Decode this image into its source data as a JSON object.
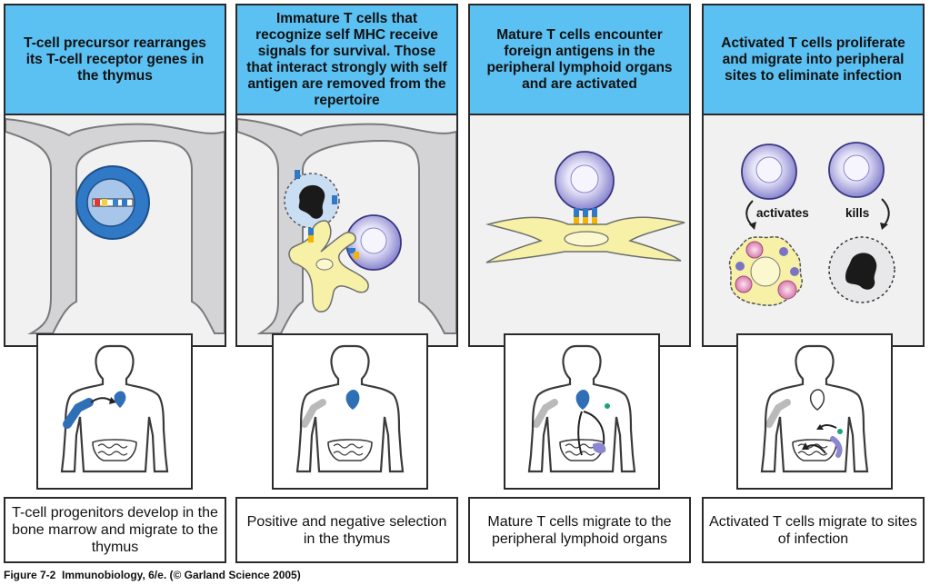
{
  "panels": [
    {
      "header": "T-cell precursor rearranges its T-cell receptor genes in the thymus",
      "caption": "T-cell progenitors develop in the bone marrow and migrate to the thymus"
    },
    {
      "header": "Immature T cells that recognize self MHC receive signals for survival. Those that interact strongly with self antigen are removed from the repertoire",
      "caption": "Positive and negative selection in the thymus"
    },
    {
      "header": "Mature T cells encounter foreign antigens in the peripheral lymphoid organs and are activated",
      "caption": "Mature T cells migrate to the peripheral lymphoid organs"
    },
    {
      "header": "Activated T cells proliferate and migrate into peripheral sites to eliminate infection",
      "caption": "Activated T cells migrate to sites of infection"
    }
  ],
  "labels": {
    "activates": "activates",
    "kills": "kills"
  },
  "credit": {
    "figure": "Figure 7-2",
    "text": "Immunobiology, 6/e. (© Garland Science 2005)"
  },
  "colors": {
    "header_blue": "#5bc0f2",
    "tcell_purple": "#8a86cf",
    "thymus_blue": "#2f6fb5",
    "apc_yellow": "#f6f1a6"
  }
}
